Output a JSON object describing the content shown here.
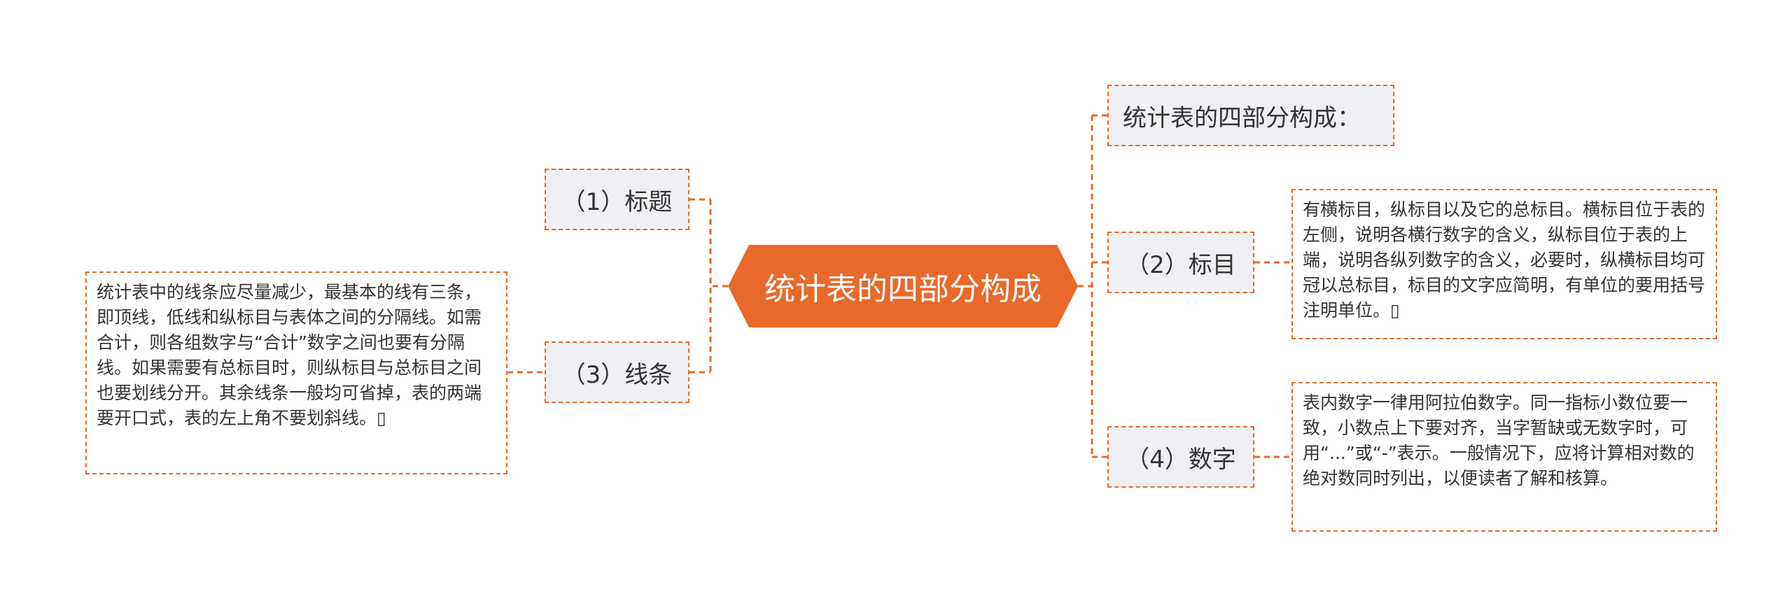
{
  "theme": {
    "accent": "#e8692a",
    "node_fill": "#eef0f4",
    "text": "#333333"
  },
  "center": {
    "label": "统计表的四部分构成"
  },
  "left": {
    "title_node": "（1）标题",
    "lines_node": "（3）线条",
    "lines_note": " 统计表中的线条应尽量减少，最基本的线有三条，即顶线，低线和纵标目与表体之间的分隔线。如需合计，则各组数字与“合计”数字之间也要有分隔线。如果需要有总标目时，则纵标目与总标目之间也要划线分开。其余线条一般均可省掉，表的两端要开口式，表的左上角不要划斜线。▯"
  },
  "right": {
    "heading_node": "统计表的四部分构成：",
    "labels_node": "（2）标目",
    "labels_note": "有横标目，纵标目以及它的总标目。横标目位于表的左侧，说明各横行数字的含义，纵标目位于表的上端，说明各纵列数字的含义，必要时，纵横标目均可冠以总标目，标目的文字应简明，有单位的要用括号注明单位。▯",
    "numbers_node": "（4）数字",
    "numbers_note": "表内数字一律用阿拉伯数字。同一指标小数位要一致，小数点上下要对齐，当字暂缺或无数字时，可用“...”或“-”表示。一般情况下，应将计算相对数的绝对数同时列出，以便读者了解和核算。"
  }
}
